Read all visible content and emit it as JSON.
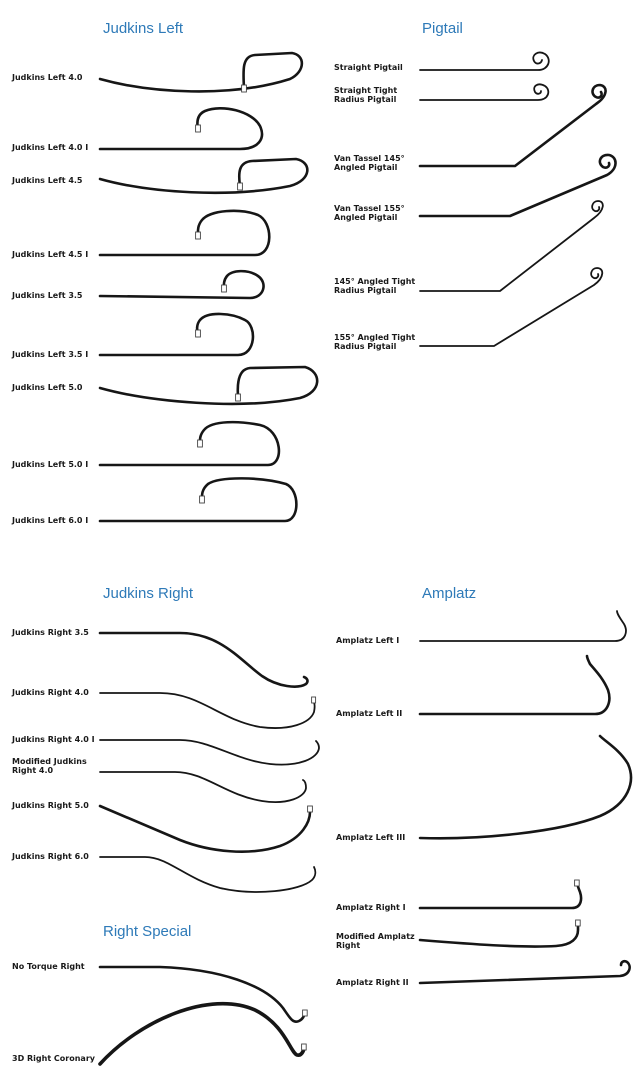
{
  "sections": {
    "judkins_left": "Judkins Left",
    "pigtail": "Pigtail",
    "judkins_right": "Judkins Right",
    "amplatz": "Amplatz",
    "right_special": "Right Special"
  },
  "labels": {
    "jl40": "Judkins Left 4.0",
    "jl40i": "Judkins Left 4.0 I",
    "jl45": "Judkins Left 4.5",
    "jl45i": "Judkins Left 4.5 I",
    "jl35": "Judkins Left 3.5",
    "jl35i": "Judkins Left 3.5 I",
    "jl50": "Judkins Left 5.0",
    "jl50i": "Judkins Left 5.0 I",
    "jl60i": "Judkins Left 6.0 I",
    "pg_straight": "Straight Pigtail",
    "pg_straight_tight": "Straight Tight\nRadius Pigtail",
    "pg_vt145": "Van Tassel 145°\nAngled Pigtail",
    "pg_vt155": "Van Tassel 155°\nAngled Pigtail",
    "pg_145_tight": "145° Angled Tight\nRadius Pigtail",
    "pg_155_tight": "155° Angled Tight\nRadius Pigtail",
    "jr35": "Judkins Right 3.5",
    "jr40": "Judkins Right 4.0",
    "jr40i": "Judkins Right 4.0 I",
    "jr_mod40": "Modified Judkins\nRight 4.0",
    "jr50": "Judkins Right 5.0",
    "jr60": "Judkins Right 6.0",
    "al1": "Amplatz Left I",
    "al2": "Amplatz Left II",
    "al3": "Amplatz Left III",
    "ar1": "Amplatz Right I",
    "ar_mod": "Modified Amplatz\nRight",
    "ar2": "Amplatz Right II",
    "rs_ntr": "No Torque Right",
    "rs_3d": "3D Right Coronary"
  }
}
